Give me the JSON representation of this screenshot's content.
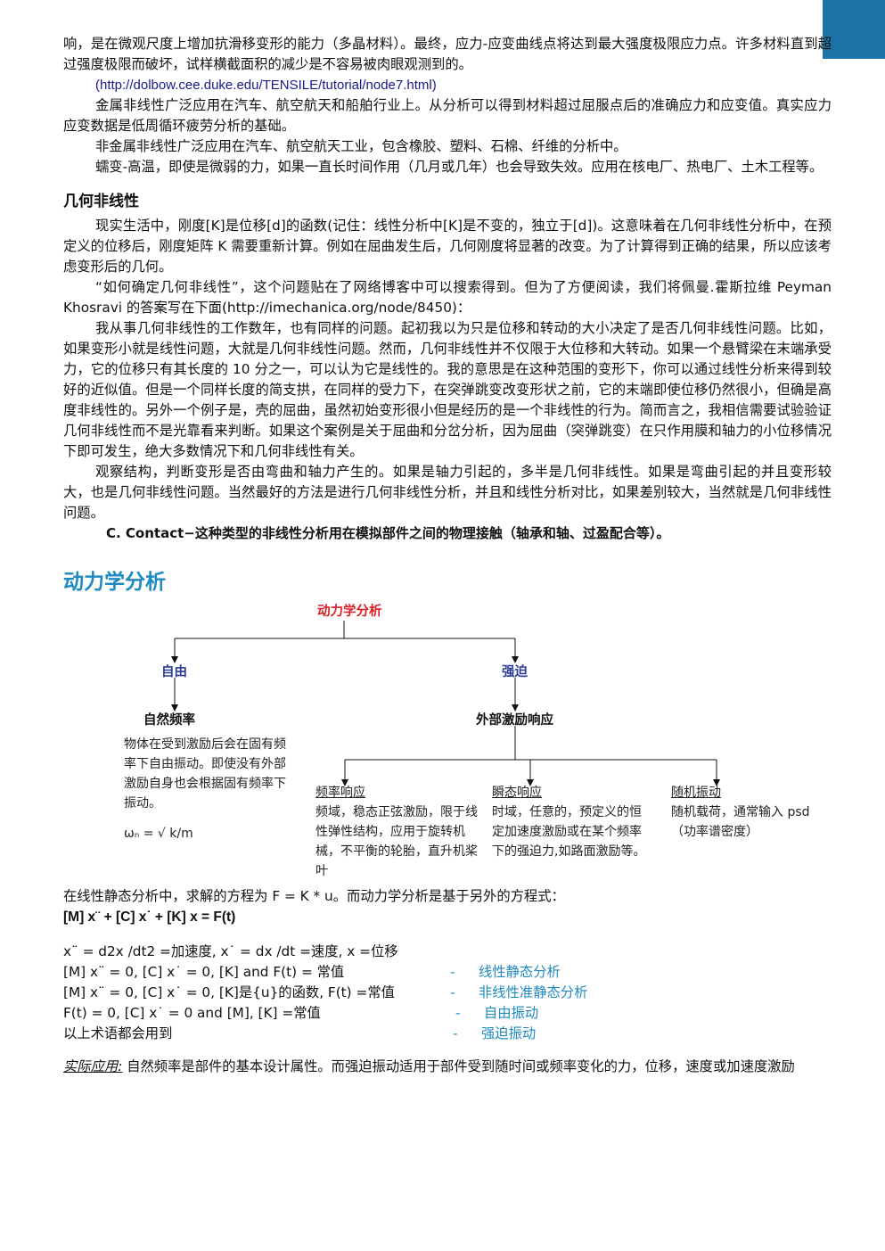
{
  "intro": {
    "p1": "响，是在微观尺度上增加抗滑移变形的能力（多晶材料）。最终，应力-应变曲线点将达到最大强度极限应力点。许多材料直到超过强度极限而破坏，试样横截面积的减少是不容易被肉眼观测到的。",
    "url": "(http://dolbow.cee.duke.edu/TENSILE/tutorial/node7.html)",
    "p2": "金属非线性广泛应用在汽车、航空航天和船舶行业上。从分析可以得到材料超过屈服点后的准确应力和应变值。真实应力应变数据是低周循环疲劳分析的基础。",
    "p3": "非金属非线性广泛应用在汽车、航空航天工业，包含橡胶、塑料、石棉、纤维的分析中。",
    "p4": "蠕变-高温，即使是微弱的力，如果一直长时间作用（几月或几年）也会导致失效。应用在核电厂、热电厂、土木工程等。"
  },
  "geometric": {
    "heading": "几何非线性",
    "p1": "现实生活中，刚度[K]是位移[d]的函数(记住：线性分析中[K]是不变的，独立于[d])。这意味着在几何非线性分析中，在预定义的位移后，刚度矩阵 K 需要重新计算。例如在屈曲发生后，几何刚度将显著的改变。为了计算得到正确的结果，所以应该考虑变形后的几何。",
    "p2": "“如何确定几何非线性”，这个问题贴在了网络博客中可以搜索得到。但为了方便阅读，我们将佩曼.霍斯拉维 Peyman Khosravi 的答案写在下面(http://imechanica.org/node/8450)：",
    "p3": "我从事几何非线性的工作数年，也有同样的问题。起初我以为只是位移和转动的大小决定了是否几何非线性问题。比如，如果变形小就是线性问题，大就是几何非线性问题。然而，几何非线性并不仅限于大位移和大转动。如果一个悬臂梁在末端承受力，它的位移只有其长度的 10 分之一，可以认为它是线性的。我的意思是在这种范围的变形下，你可以通过线性分析来得到较好的近似值。但是一个同样长度的简支拱，在同样的受力下，在突弹跳变改变形状之前，它的末端即使位移仍然很小，但确是高度非线性的。另外一个例子是，壳的屈曲，虽然初始变形很小但是经历的是一个非线性的行为。简而言之，我相信需要试验验证几何非线性而不是光靠看来判断。如果这个案例是关于屈曲和分岔分析，因为屈曲（突弹跳变）在只作用膜和轴力的小位移情况下即可发生，绝大多数情况下和几何非线性有关。",
    "p4": "观察结构，判断变形是否由弯曲和轴力产生的。如果是轴力引起的，多半是几何非线性。如果是弯曲引起的并且变形较大，也是几何非线性问题。当然最好的方法是进行几何非线性分析，并且和线性分析对比，如果差别较大，当然就是几何非线性问题。",
    "contact": "C. Contact−这种类型的非线性分析用在模拟部件之间的物理接触（轴承和轴、过盈配合等）。"
  },
  "dynamics": {
    "heading": "动力学分析",
    "diagram": {
      "root": "动力学分析",
      "free": "自由",
      "forced": "强迫",
      "natural_freq": "自然频率",
      "external_response": "外部激励响应",
      "free_desc": "物体在受到激励后会在固有频率下自由振动。即使没有外部激励自身也会根据固有频率下振动。",
      "formula": "ωₙ = √ k/m",
      "freq_title": "频率响应",
      "freq_desc": "频域，稳态正弦激励，限于线性弹性结构，应用于旋转机械，不平衡的轮胎，直升机桨叶",
      "transient_title": "瞬态响应",
      "transient_desc": "时域，任意的，预定义的恒定加速度激励或在某个频率下的强迫力,如路面激励等。",
      "random_title": "随机振动",
      "random_desc": "随机载荷，通常输入 psd（功率谱密度）"
    },
    "intro": "在线性静态分析中，求解的方程为 F = K * u。而动力学分析是基于另外的方程式：",
    "equation": "[M] x¨ + [C] x˙ + [K] x = F(t)",
    "defs": "x¨ = d2x /dt2 =加速度, x˙ = dx /dt =速度, x =位移",
    "cases": [
      {
        "lhs": "[M] x¨ = 0, [C] x˙ = 0, [K] and F(t) = 常值",
        "dash": "-",
        "term": "线性静态分析"
      },
      {
        "lhs": "[M] x¨ = 0, [C] x˙ = 0, [K]是{u}的函数, F(t) =常值",
        "dash": "-",
        "term": "非线性准静态分析"
      },
      {
        "lhs": "F(t) = 0, [C] x˙ = 0 and [M], [K] =常值",
        "dash": "-",
        "term": "自由振动"
      },
      {
        "lhs": "以上术语都会用到",
        "dash": "-",
        "term": "强迫振动"
      }
    ],
    "practice_label": "实际应用:",
    "practice_text": " 自然频率是部件的基本设计属性。而强迫振动适用于部件受到随时间或频率变化的力，位移，速度或加速度激励"
  }
}
